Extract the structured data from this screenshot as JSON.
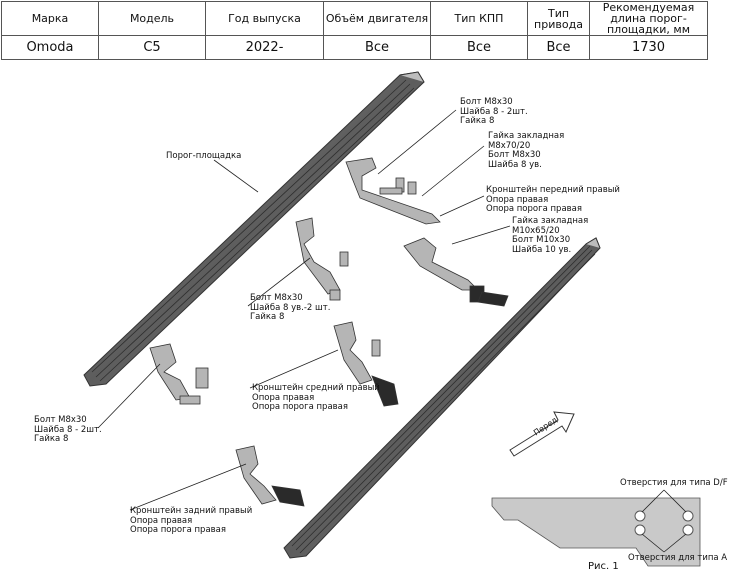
{
  "table": {
    "headers": [
      "Марка",
      "Модель",
      "Год выпуска",
      "Объём двигателя",
      "Тип КПП",
      "Тип привода",
      "Рекомендуемая длина порог-площадки, мм"
    ],
    "row": [
      "Omoda",
      "C5",
      "2022-",
      "Все",
      "Все",
      "Все",
      "1730"
    ]
  },
  "labels": {
    "step_board": "Порог-площадка",
    "bolt_top": [
      "Болт М8х30",
      "Шайба 8 - 2шт.",
      "Гайка 8"
    ],
    "nut_insert_top": [
      "Гайка закладная",
      "М8х70/20",
      "Болт М8х30",
      "Шайба 8 ув."
    ],
    "front_bracket": [
      "Кронштейн передний правый",
      "Опора правая",
      "Опора порога правая"
    ],
    "nut_insert_mid": [
      "Гайка закладная",
      "М10х65/20",
      "Болт М10х30",
      "Шайба 10 ув."
    ],
    "bolt_mid": [
      "Болт М8х30",
      "Шайба 8 ув.-2 шт.",
      "Гайка 8"
    ],
    "middle_bracket": [
      "Кронштейн средний правый",
      "Опора правая",
      "Опора порога правая"
    ],
    "bolt_left": [
      "Болт М8х30",
      "Шайба 8 - 2шт.",
      "Гайка 8"
    ],
    "rear_bracket": [
      "Кронштейн задний правый",
      "Опора правая",
      "Опора порога правая"
    ],
    "front_arrow": "Перед",
    "holes_df": "Отверстия для типа D/F",
    "holes_a": "Отверстия для типа А",
    "figure": "Рис. 1"
  }
}
